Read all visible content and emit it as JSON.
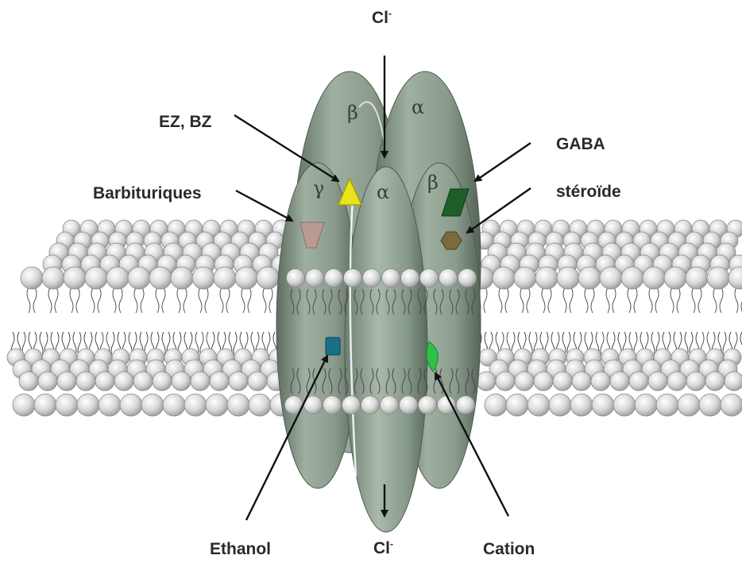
{
  "labels": {
    "cl_top": "Cl",
    "cl_top_sup": "-",
    "cl_bottom": "Cl",
    "cl_bottom_sup": "-",
    "ez_bz": "EZ, BZ",
    "barbituriques": "Barbituriques",
    "gaba": "GABA",
    "steroide": "stéroïde",
    "ethanol": "Ethanol",
    "cation": "Cation"
  },
  "subunits": {
    "beta_back": "β",
    "alpha_back": "α",
    "gamma": "γ",
    "alpha_front": "α",
    "beta_right": "β"
  },
  "colors": {
    "subunit": "#8b9c8d",
    "subunit_dark": "#5f6f62",
    "lipid_head": "#d2d2d2",
    "gaba_site": "#1f5e2a",
    "ez_bz_site": "#e4e01a",
    "barbiturate_site": "#b99a94",
    "steroid_site": "#7a6a3e",
    "ethanol_site": "#1a6f86",
    "cation_site": "#2fbf4a"
  }
}
